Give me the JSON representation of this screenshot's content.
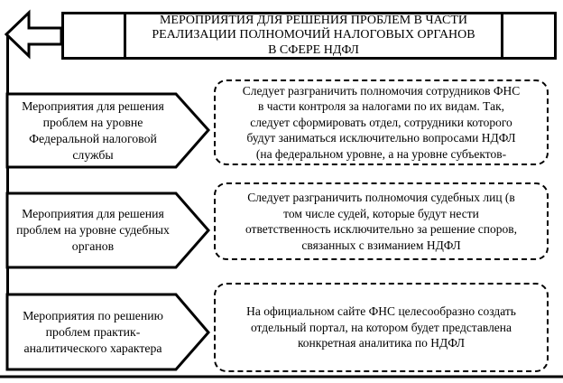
{
  "colors": {
    "ink": "#000000",
    "paper": "#ffffff"
  },
  "header": {
    "title": "МЕРОПРИЯТИЯ ДЛЯ РЕШЕНИЯ ПРОБЛЕМ В ЧАСТИ\nРЕАЛИЗАЦИИ ПОЛНОМОЧИЙ НАЛОГОВЫХ ОРГАНОВ\nВ СФЕРЕ НДФЛ"
  },
  "icons": {
    "back_arrow": "left-block-arrow",
    "row_arrow": "right-chevron-block-arrow"
  },
  "rows": [
    {
      "label": "Мероприятия для решения\nпроблем на уровне\nФедеральной налоговой\nслужбы",
      "detail": "Следует разграничить полномочия сотрудников ФНС\nв части контроля за налогами по их видам. Так,\nследует сформировать отдел, сотрудники которого\nбудут заниматься исключительно вопросами НДФЛ\n(на федеральном уровне, а на уровне субъектов-"
    },
    {
      "label": "Мероприятия для решения\nпроблем на уровне судебных\nорганов",
      "detail": "Следует разграничить полномочия судебных лиц (в\nтом числе судей, которые будут нести\nответственность исключительно за решение споров,\nсвязанных с взиманием НДФЛ"
    },
    {
      "label": "Мероприятия по решению\nпроблем практик-\nаналитического характера",
      "detail": "На официальном сайте ФНС целесообразно создать\nотдельный портал, на котором будет представлена\nконкретная аналитика по НДФЛ"
    }
  ]
}
